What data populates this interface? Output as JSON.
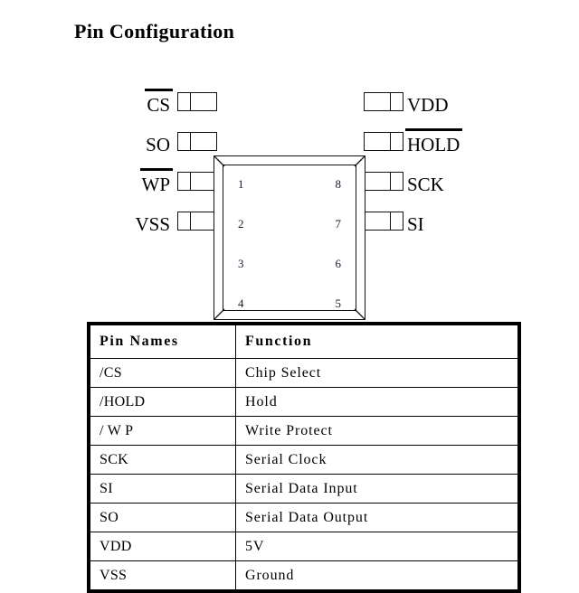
{
  "page": {
    "title": "Pin Configuration",
    "background_color": "#ffffff",
    "ink_color": "#000000"
  },
  "diagram": {
    "name": "soic-8-pin-configuration",
    "package_pin_count": 8,
    "pins": [
      {
        "number": "1",
        "side": "left",
        "label": "CS",
        "overbar": true,
        "active_low": true
      },
      {
        "number": "2",
        "side": "left",
        "label": "SO",
        "overbar": false,
        "active_low": false
      },
      {
        "number": "3",
        "side": "left",
        "label": "WP",
        "overbar": true,
        "active_low": true
      },
      {
        "number": "4",
        "side": "left",
        "label": "VSS",
        "overbar": false,
        "active_low": false
      },
      {
        "number": "5",
        "side": "right",
        "label": "SI",
        "overbar": false,
        "active_low": false
      },
      {
        "number": "6",
        "side": "right",
        "label": "SCK",
        "overbar": false,
        "active_low": false
      },
      {
        "number": "7",
        "side": "right",
        "label": "HOLD",
        "overbar": true,
        "active_low": true
      },
      {
        "number": "8",
        "side": "right",
        "label": "VDD",
        "overbar": false,
        "active_low": false
      }
    ]
  },
  "table": {
    "name": "pin-function-table",
    "headers": [
      "Pin Names",
      "Function"
    ],
    "rows": [
      {
        "pin_name": "/CS",
        "function": "Chip Select"
      },
      {
        "pin_name": "/HOLD",
        "function": "Hold"
      },
      {
        "pin_name": "/ W P",
        "function": "Write Protect"
      },
      {
        "pin_name": "SCK",
        "function": "Serial Clock"
      },
      {
        "pin_name": "SI",
        "function": "Serial Data Input"
      },
      {
        "pin_name": "SO",
        "function": "Serial Data Output"
      },
      {
        "pin_name": "VDD",
        "function": "5V"
      },
      {
        "pin_name": "VSS",
        "function": "Ground"
      }
    ]
  }
}
